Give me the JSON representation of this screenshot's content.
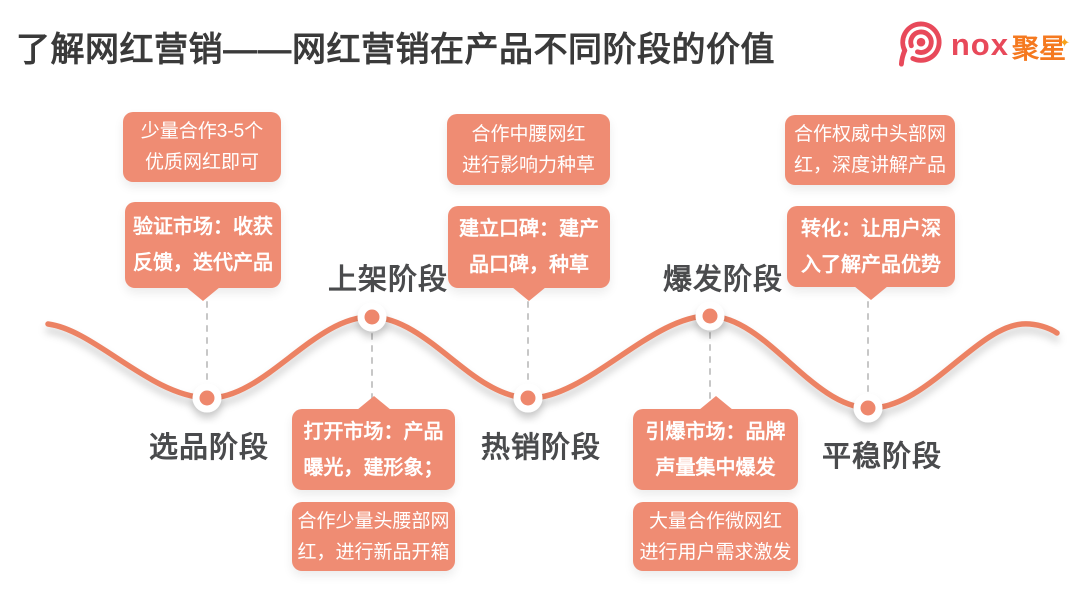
{
  "title": "了解网红营销——网红营销在产品不同阶段的价值",
  "logo": {
    "icon": "target-spiral-icon",
    "brand": "nox",
    "suffix": "聚星",
    "star_icon": "✦",
    "brand_color": "#E8495A",
    "suffix_color": "#F5791F"
  },
  "colors": {
    "accent_salmon": "#EF8C73",
    "curve": "#EC8264",
    "title_text": "#3A3A3A",
    "stage_text": "#4A4B4D",
    "connector_dash": "#C7C7C7",
    "box_text": "#FFFFFF"
  },
  "stages": [
    {
      "label": "选品阶段",
      "curve_position": "trough",
      "tip": {
        "lines": [
          "少量合作3-5个",
          "优质网红即可"
        ]
      },
      "value": {
        "lines": [
          "验证市场：收获",
          "反馈，迭代产品"
        ]
      }
    },
    {
      "label": "上架阶段",
      "curve_position": "peak",
      "value": {
        "lines": [
          "打开市场：产品",
          "曝光，建形象；"
        ]
      },
      "tip": {
        "lines": [
          "合作少量头腰部网",
          "红，进行新品开箱"
        ]
      }
    },
    {
      "label": "热销阶段",
      "curve_position": "trough",
      "tip": {
        "lines": [
          "合作中腰网红",
          "进行影响力种草"
        ]
      },
      "value": {
        "lines": [
          "建立口碑：建产",
          "品口碑，种草"
        ]
      }
    },
    {
      "label": "爆发阶段",
      "curve_position": "peak",
      "value": {
        "lines": [
          "引爆市场：品牌",
          "声量集中爆发"
        ]
      },
      "tip": {
        "lines": [
          "大量合作微网红",
          "进行用户需求激发"
        ]
      }
    },
    {
      "label": "平稳阶段",
      "curve_position": "trough",
      "tip": {
        "lines": [
          "合作权威中头部网",
          "红，深度讲解产品"
        ]
      },
      "value": {
        "lines": [
          "转化：让用户深",
          "入了解产品优势"
        ]
      }
    }
  ]
}
